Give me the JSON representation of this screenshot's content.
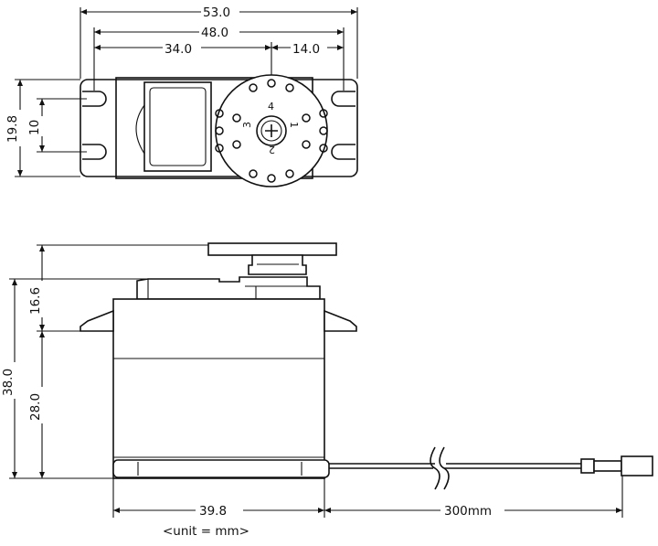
{
  "top_view": {
    "dims": {
      "overall_width": "53.0",
      "mount_hole_spacing": "48.0",
      "to_shaft": "34.0",
      "shaft_to_edge": "14.0",
      "height": "19.8",
      "hole_gap": "10"
    },
    "horn_digits": [
      "4",
      "1",
      "3",
      "2"
    ]
  },
  "side_view": {
    "dims": {
      "total_height": "38.0",
      "above_flange": "16.6",
      "below_flange": "28.0",
      "body_width": "39.8",
      "cable_length": "300mm"
    }
  },
  "unit_note": "<unit = mm>"
}
